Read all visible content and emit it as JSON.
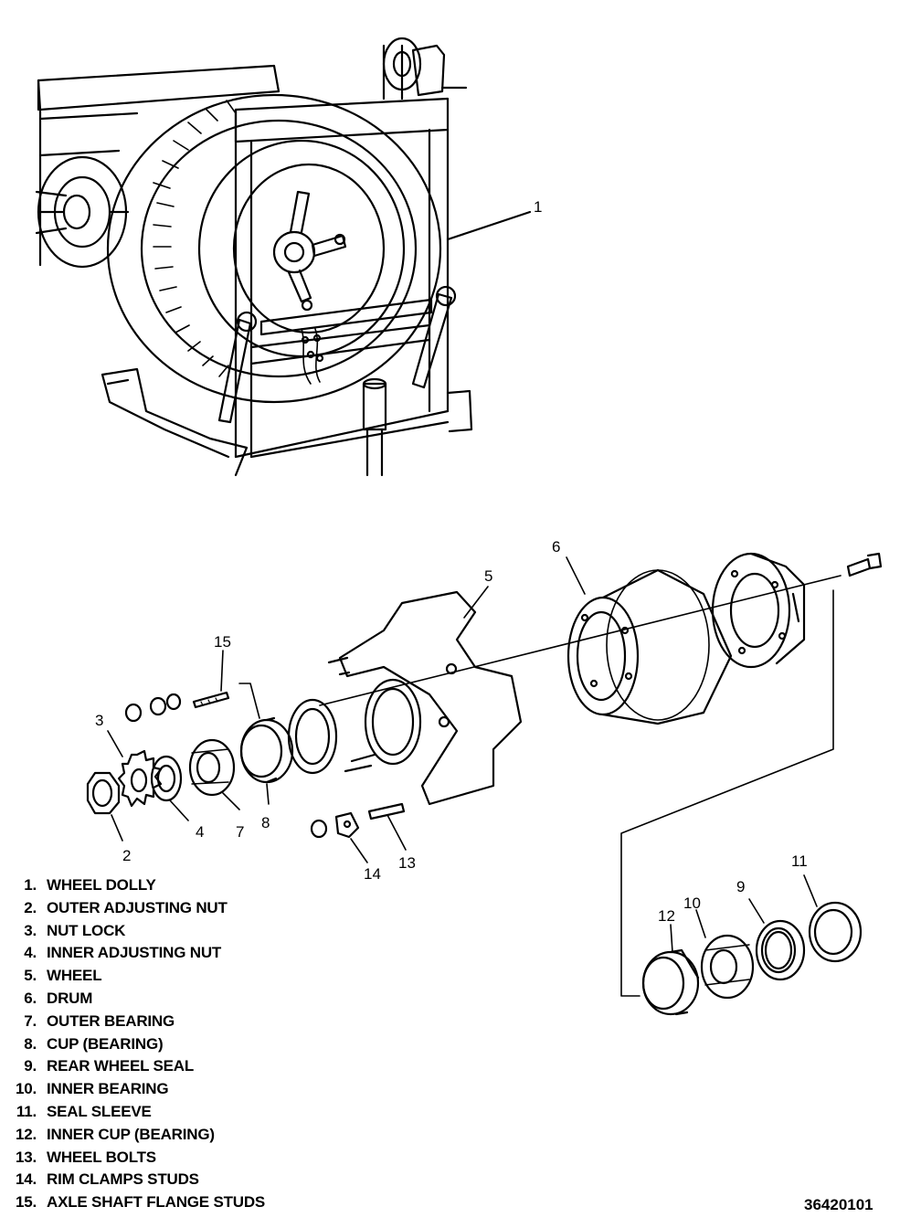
{
  "figure_id": "36420101",
  "callouts": [
    "1",
    "2",
    "3",
    "4",
    "5",
    "6",
    "7",
    "8",
    "9",
    "10",
    "11",
    "12",
    "13",
    "14",
    "15"
  ],
  "legend": [
    {
      "num": "1.",
      "text": "WHEEL DOLLY"
    },
    {
      "num": "2.",
      "text": "OUTER ADJUSTING NUT"
    },
    {
      "num": "3.",
      "text": "NUT LOCK"
    },
    {
      "num": "4.",
      "text": "INNER ADJUSTING NUT"
    },
    {
      "num": "5.",
      "text": "WHEEL"
    },
    {
      "num": "6.",
      "text": "DRUM"
    },
    {
      "num": "7.",
      "text": "OUTER BEARING"
    },
    {
      "num": "8.",
      "text": "CUP (BEARING)"
    },
    {
      "num": "9.",
      "text": "REAR WHEEL SEAL"
    },
    {
      "num": "10.",
      "text": "INNER BEARING"
    },
    {
      "num": "11.",
      "text": "SEAL SLEEVE"
    },
    {
      "num": "12.",
      "text": "INNER CUP (BEARING)"
    },
    {
      "num": "13.",
      "text": "WHEEL BOLTS"
    },
    {
      "num": "14.",
      "text": "RIM CLAMPS STUDS"
    },
    {
      "num": "15.",
      "text": "AXLE SHAFT FLANGE STUDS"
    }
  ]
}
